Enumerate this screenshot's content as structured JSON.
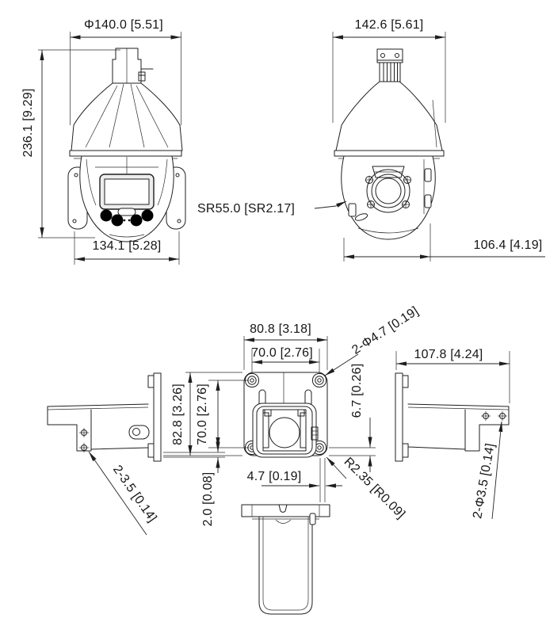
{
  "title": "PTZ speed dome camera and wall bracket dimensional drawing",
  "colors": {
    "background": "#ffffff",
    "line": "#1f1f1f",
    "text": "#161616"
  },
  "units_note": "mm [inch]",
  "camera": {
    "front": {
      "diameter": "Φ140.0 [5.51]",
      "height": "236.1 [9.29]",
      "width": "134.1 [5.28]"
    },
    "side": {
      "width": "142.6 [5.61]",
      "dome_radius": "SR55.0 [SR2.17]",
      "depth": "106.4 [4.19]"
    }
  },
  "bracket": {
    "plate": {
      "width": "80.8 [3.18]",
      "hole_spacing_h": "70.0 [2.76]",
      "holes": "2-Φ4.7 [0.19]",
      "height": "82.8 [3.26]",
      "hole_spacing_v": "70.0 [2.76]",
      "hole_edge_offset": "6.7 [0.26]",
      "corner_radius": "R2.35 [R0.09]",
      "hole_offset": "4.7 [0.19]",
      "flange_thickness": "2.0 [0.08]"
    },
    "left_view": {
      "holes": "2-3.5 [0.14]"
    },
    "right_view": {
      "arm_length": "107.8 [4.24]",
      "holes": "2-Φ3.5 [0.14]"
    }
  }
}
